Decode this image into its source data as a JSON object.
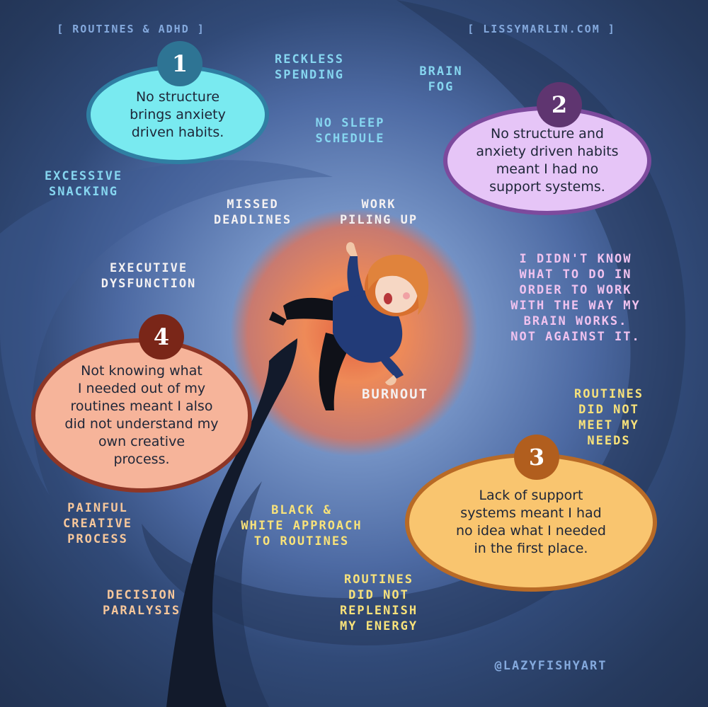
{
  "header": {
    "series_tag": "[ ROUTINES & ADHD ]",
    "site": "[ LISSYMARLIN.COM ]"
  },
  "steps": [
    {
      "number": "1",
      "text": "No structure\nbrings anxiety\ndriven habits."
    },
    {
      "number": "2",
      "text": "No structure and\nanxiety driven habits\nmeant I had no\nsupport systems."
    },
    {
      "number": "3",
      "text": "Lack of support\nsystems meant I had\nno idea what I needed\nin the first place."
    },
    {
      "number": "4",
      "text": "Not knowing what\nI needed out of my\nroutines meant I also\ndid not understand my\nown creative\nprocess."
    }
  ],
  "labels": {
    "reckless_spending": "RECKLESS\nSPENDING",
    "brain_fog": "BRAIN\nFOG",
    "no_sleep_schedule": "NO SLEEP\nSCHEDULE",
    "excessive_snacking": "EXCESSIVE\nSNACKING",
    "missed_deadlines": "MISSED\nDEADLINES",
    "work_piling_up": "WORK\nPILING UP",
    "executive_dysfunction": "EXECUTIVE\nDYSFUNCTION",
    "didnt_know": "I DIDN'T KNOW\nWHAT TO DO IN\nORDER TO WORK\nWITH THE WAY MY\nBRAIN WORKS.\nNOT AGAINST IT.",
    "burnout": "BURNOUT",
    "routines_needs": "ROUTINES\nDID NOT\nMEET MY\nNEEDS",
    "painful_creative": "PAINFUL\nCREATIVE\nPROCESS",
    "black_white": "BLACK &\nWHITE APPROACH\nTO ROUTINES",
    "routines_energy": "ROUTINES\nDID NOT\nREPLENISH\nMY ENERGY",
    "decision_paralysis": "DECISION\nPARALYSIS"
  },
  "credit": "@LAZYFISHYART",
  "colors": {
    "step1_fill": "#79eaf0",
    "step1_border": "#2f7fa3",
    "step1_badge": "#2e7494",
    "step2_fill": "#e6c5f7",
    "step2_border": "#7d4a9d",
    "step2_badge": "#5f3570",
    "step3_fill": "#f9c56f",
    "step3_border": "#b86a26",
    "step3_badge": "#b15e1e",
    "step4_fill": "#f6b49a",
    "step4_border": "#8e3626",
    "step4_badge": "#7a2618"
  }
}
